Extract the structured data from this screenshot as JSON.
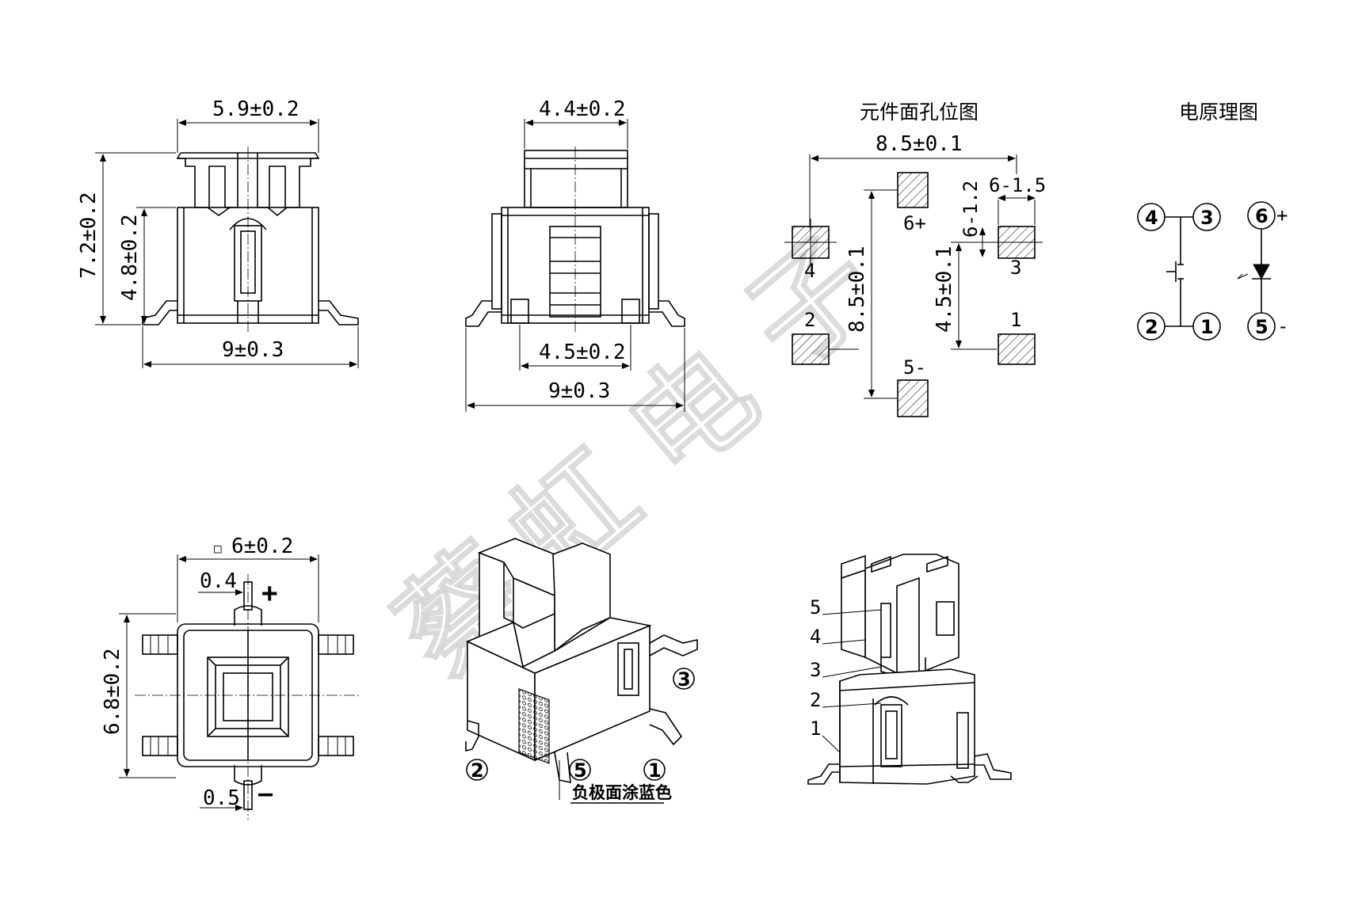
{
  "dims": {
    "side_top_width": "5.9±0.2",
    "side_total_height": "7.2±0.2",
    "side_body_height": "4.8±0.2",
    "side_bottom_width": "9±0.3",
    "front_top_width": "4.4±0.2",
    "front_pad_spacing": "4.5±0.2",
    "front_bottom_width": "9±0.3",
    "bottom_square": "6±0.2",
    "bottom_square_symbol": "□",
    "bottom_lead_top": "0.4",
    "bottom_lead_bottom": "0.5",
    "bottom_height": "6.8±0.2",
    "plus_sign": "+",
    "minus_sign": "—"
  },
  "pad_layout": {
    "title": "元件面孔位图",
    "overall_width": "8.5±0.1",
    "vertical_span": "8.5±0.1",
    "pad_size": "6-1.5",
    "pad_size_h": "6-1.2",
    "pad_pitch": "4.5±0.1",
    "pads": [
      "4",
      "6+",
      "3",
      "2",
      "1",
      "5-"
    ]
  },
  "schematic": {
    "title": "电原理图",
    "pins": [
      "4",
      "3",
      "2",
      "1",
      "6",
      "5"
    ],
    "plus": "+",
    "minus": "-"
  },
  "views": {
    "iso_pins": [
      "3",
      "2",
      "5",
      "1"
    ],
    "note": "负极面涂蓝色",
    "exploded_parts": [
      "5",
      "4",
      "3",
      "2",
      "1"
    ]
  },
  "watermark": {
    "chars": [
      "蔡",
      "虹",
      "电",
      "子"
    ]
  }
}
